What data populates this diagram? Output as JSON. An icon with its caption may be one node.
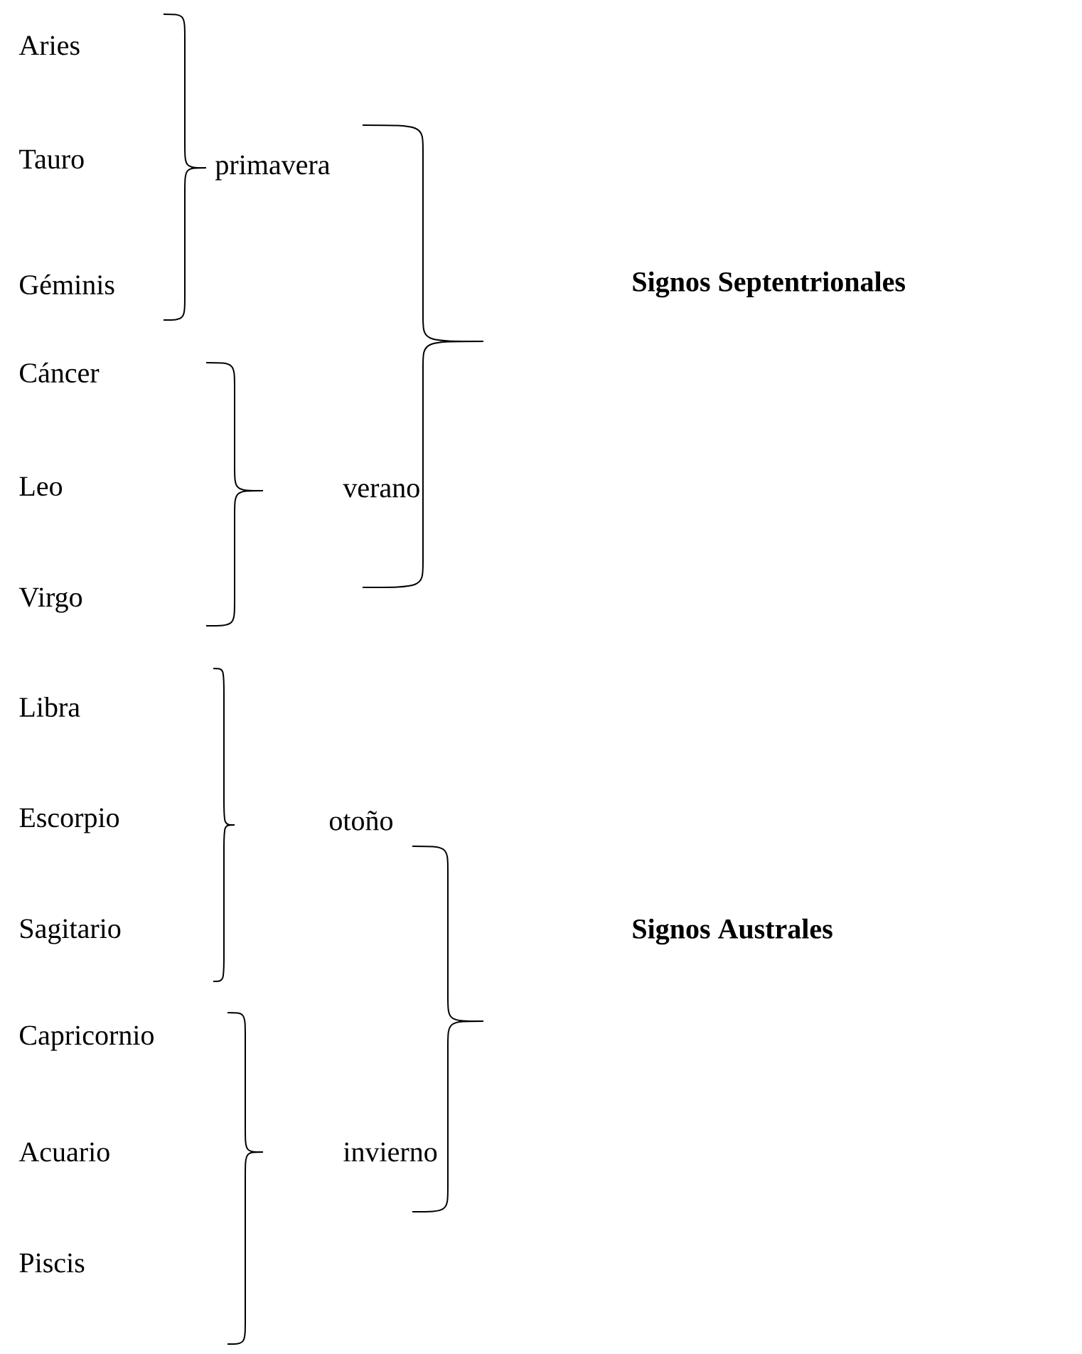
{
  "diagram": {
    "labels": [
      "Aries",
      "Tauro",
      "primavera",
      "Géminis",
      "Signos Septentrionales",
      "Cáncer",
      "Leo",
      "verano",
      "Virgo",
      "Libra",
      "Escorpio",
      "otoño",
      "Sagitario",
      "Signos Australes",
      "Capricornio",
      "Acuario",
      "invierno",
      "Piscis"
    ]
  }
}
